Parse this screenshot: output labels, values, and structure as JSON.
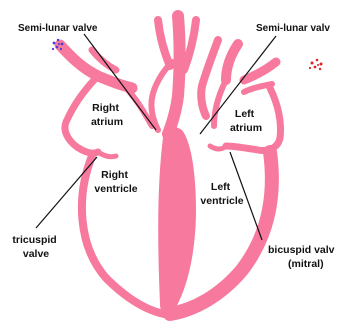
{
  "colors": {
    "tissue": "#f7799d",
    "line": "#111111",
    "background": "#ffffff",
    "blue_dots": "#4a3fd6",
    "red_dots": "#e0222b"
  },
  "labels": {
    "semilunar_left": "Semi-lunar valve",
    "semilunar_right": "Semi-lunar valv",
    "right_atrium_1": "Right",
    "right_atrium_2": "atrium",
    "left_atrium_1": "Left",
    "left_atrium_2": "atrium",
    "right_ventricle_1": "Right",
    "right_ventricle_2": "ventricle",
    "left_ventricle_1": "Left",
    "left_ventricle_2": "ventricle",
    "tricuspid_1": "tricuspid",
    "tricuspid_2": "valve",
    "bicuspid_1": "bicuspid valv",
    "bicuspid_2": "(mitral)"
  },
  "icons": {
    "blue_cluster": "blood-cells-blue-icon",
    "red_cluster": "blood-cells-red-icon"
  }
}
